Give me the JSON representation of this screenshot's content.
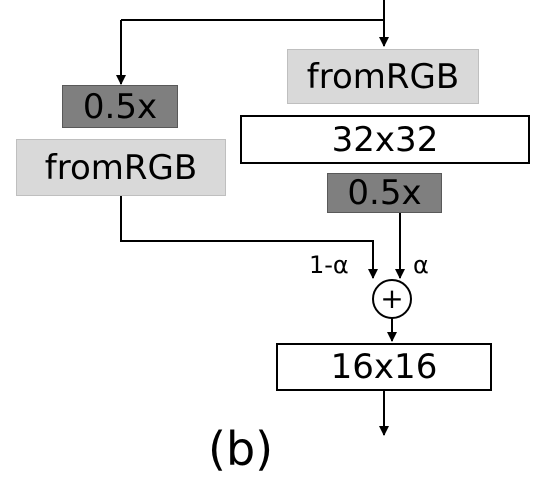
{
  "blocks": {
    "left_half": "0.5x",
    "left_from_rgb": "fromRGB",
    "right_from_rgb": "fromRGB",
    "res_32": "32x32",
    "right_half": "0.5x",
    "res_16": "16x16"
  },
  "weights": {
    "left": "1-α",
    "right": "α"
  },
  "operator": "+",
  "caption": "(b)"
}
